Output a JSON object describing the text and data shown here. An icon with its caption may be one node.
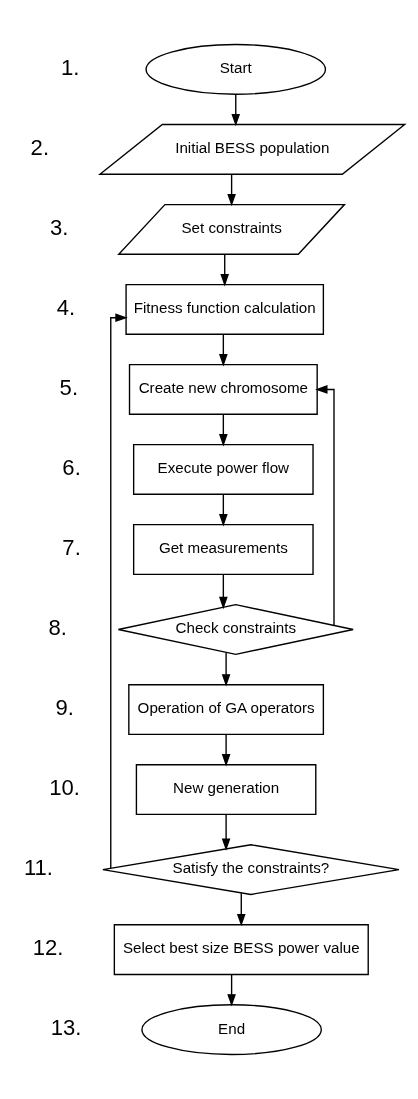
{
  "diagram": {
    "nodes": [
      {
        "text": [
          "Start"
        ]
      },
      {
        "text": [
          "Initial BESS population"
        ]
      },
      {
        "text": [
          "Set constraints"
        ]
      },
      {
        "text": [
          "Fitness function calculation"
        ]
      },
      {
        "text": [
          "Create new chromosome"
        ]
      },
      {
        "text": [
          "Execute power flow"
        ]
      },
      {
        "text": [
          "Get measurements"
        ]
      },
      {
        "text": [
          "Check constraints"
        ]
      },
      {
        "text": [
          "Operation of GA operators"
        ]
      },
      {
        "text": [
          "New generation"
        ]
      },
      {
        "text": [
          "Satisfy the constraints?"
        ]
      },
      {
        "text": [
          "Select best size BESS power value"
        ]
      },
      {
        "text": [
          "End"
        ]
      }
    ],
    "edges": [
      {
        "from": 0,
        "to": 1,
        "arrow": "to"
      },
      {
        "from": 1,
        "to": 2,
        "arrow": "to"
      },
      {
        "from": 2,
        "to": 3,
        "arrow": "to"
      },
      {
        "from": 3,
        "to": 4,
        "arrow": "to"
      },
      {
        "from": 4,
        "to": 5,
        "arrow": "to"
      },
      {
        "from": 5,
        "to": 6,
        "arrow": "to"
      },
      {
        "from": 6,
        "to": 7,
        "arrow": "to"
      },
      {
        "from": 7,
        "to": 8,
        "arrow": "to"
      },
      {
        "from": 8,
        "to": 9,
        "arrow": "to"
      },
      {
        "from": 9,
        "to": 10,
        "arrow": "to"
      },
      {
        "from": 10,
        "to": 11,
        "arrow": "to"
      },
      {
        "from": 11,
        "to": 12,
        "arrow": "to"
      },
      {
        "from": 7,
        "to": 4,
        "arrow": "to"
      },
      {
        "from": 10,
        "to": 3,
        "arrow": "to"
      }
    ],
    "labels": [
      "1.",
      "2.",
      "3.",
      "4.",
      "5.",
      "6.",
      "7.",
      "8.",
      "9.",
      "10.",
      "11.",
      "12.",
      "13."
    ]
  }
}
